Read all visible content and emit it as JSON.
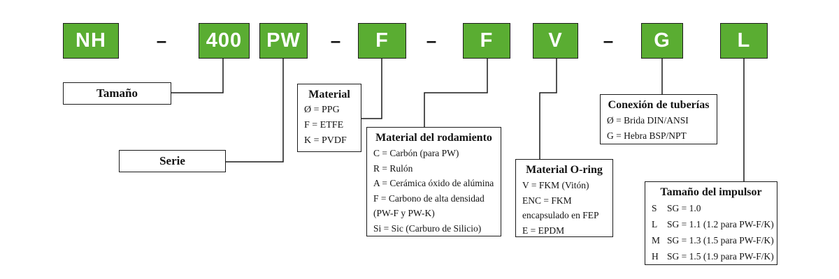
{
  "dash_char": "–",
  "colors": {
    "code_box_green": "#5aad32",
    "code_text_white": "#ffffff",
    "line_black": "#1a1a1a"
  },
  "code_boxes": [
    {
      "label": "NH"
    },
    {
      "label": "400"
    },
    {
      "label": "PW"
    },
    {
      "label": "F"
    },
    {
      "label": "F"
    },
    {
      "label": "V"
    },
    {
      "label": "G"
    },
    {
      "label": "L"
    }
  ],
  "panels": {
    "tamano": {
      "title": "Tamaño"
    },
    "serie": {
      "title": "Serie"
    },
    "material": {
      "title": "Material",
      "items": [
        "Ø = PPG",
        "F = ETFE",
        "K = PVDF"
      ]
    },
    "rodamiento": {
      "title": "Material del rodamiento",
      "items": [
        "C = Carbón (para PW)",
        "R = Rulón",
        "A = Cerámica óxido de alúmina",
        "F = Carbono de alta densidad",
        "(PW-F y PW-K)",
        "Si = Sic (Carburo de Silicio)"
      ]
    },
    "oring": {
      "title": "Material O-ring",
      "items": [
        "V = FKM (Vitón)",
        "ENC = FKM",
        "encapsulado en FEP",
        "E = EPDM"
      ]
    },
    "conexion": {
      "title": "Conexión de tuberías",
      "items": [
        "Ø = Brida DIN/ANSI",
        "G = Hebra BSP/NPT"
      ]
    },
    "impulsor": {
      "title": "Tamaño del impulsor",
      "items": [
        {
          "code": "S",
          "text": "SG = 1.0"
        },
        {
          "code": "L",
          "text": "SG = 1.1 (1.2 para PW-F/K)"
        },
        {
          "code": "M",
          "text": "SG = 1.3 (1.5 para PW-F/K)"
        },
        {
          "code": "H",
          "text": "SG = 1.5 (1.9 para PW-F/K)"
        }
      ]
    }
  }
}
